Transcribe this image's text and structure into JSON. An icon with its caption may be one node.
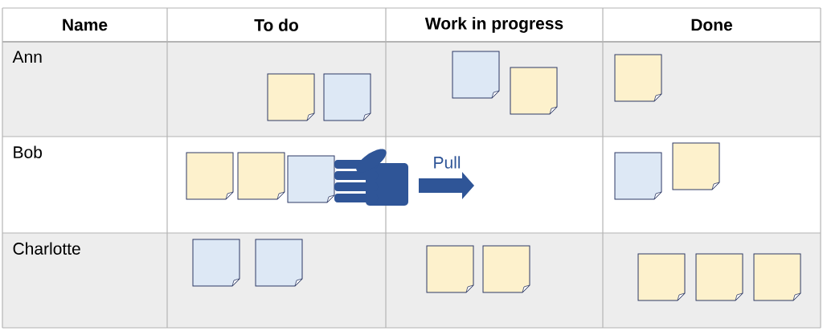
{
  "diagram": {
    "labels": [
      "Name",
      "To do",
      "Work in progress",
      "Done",
      "Ann",
      "Bob",
      "Charlotte",
      "Pull"
    ]
  }
}
